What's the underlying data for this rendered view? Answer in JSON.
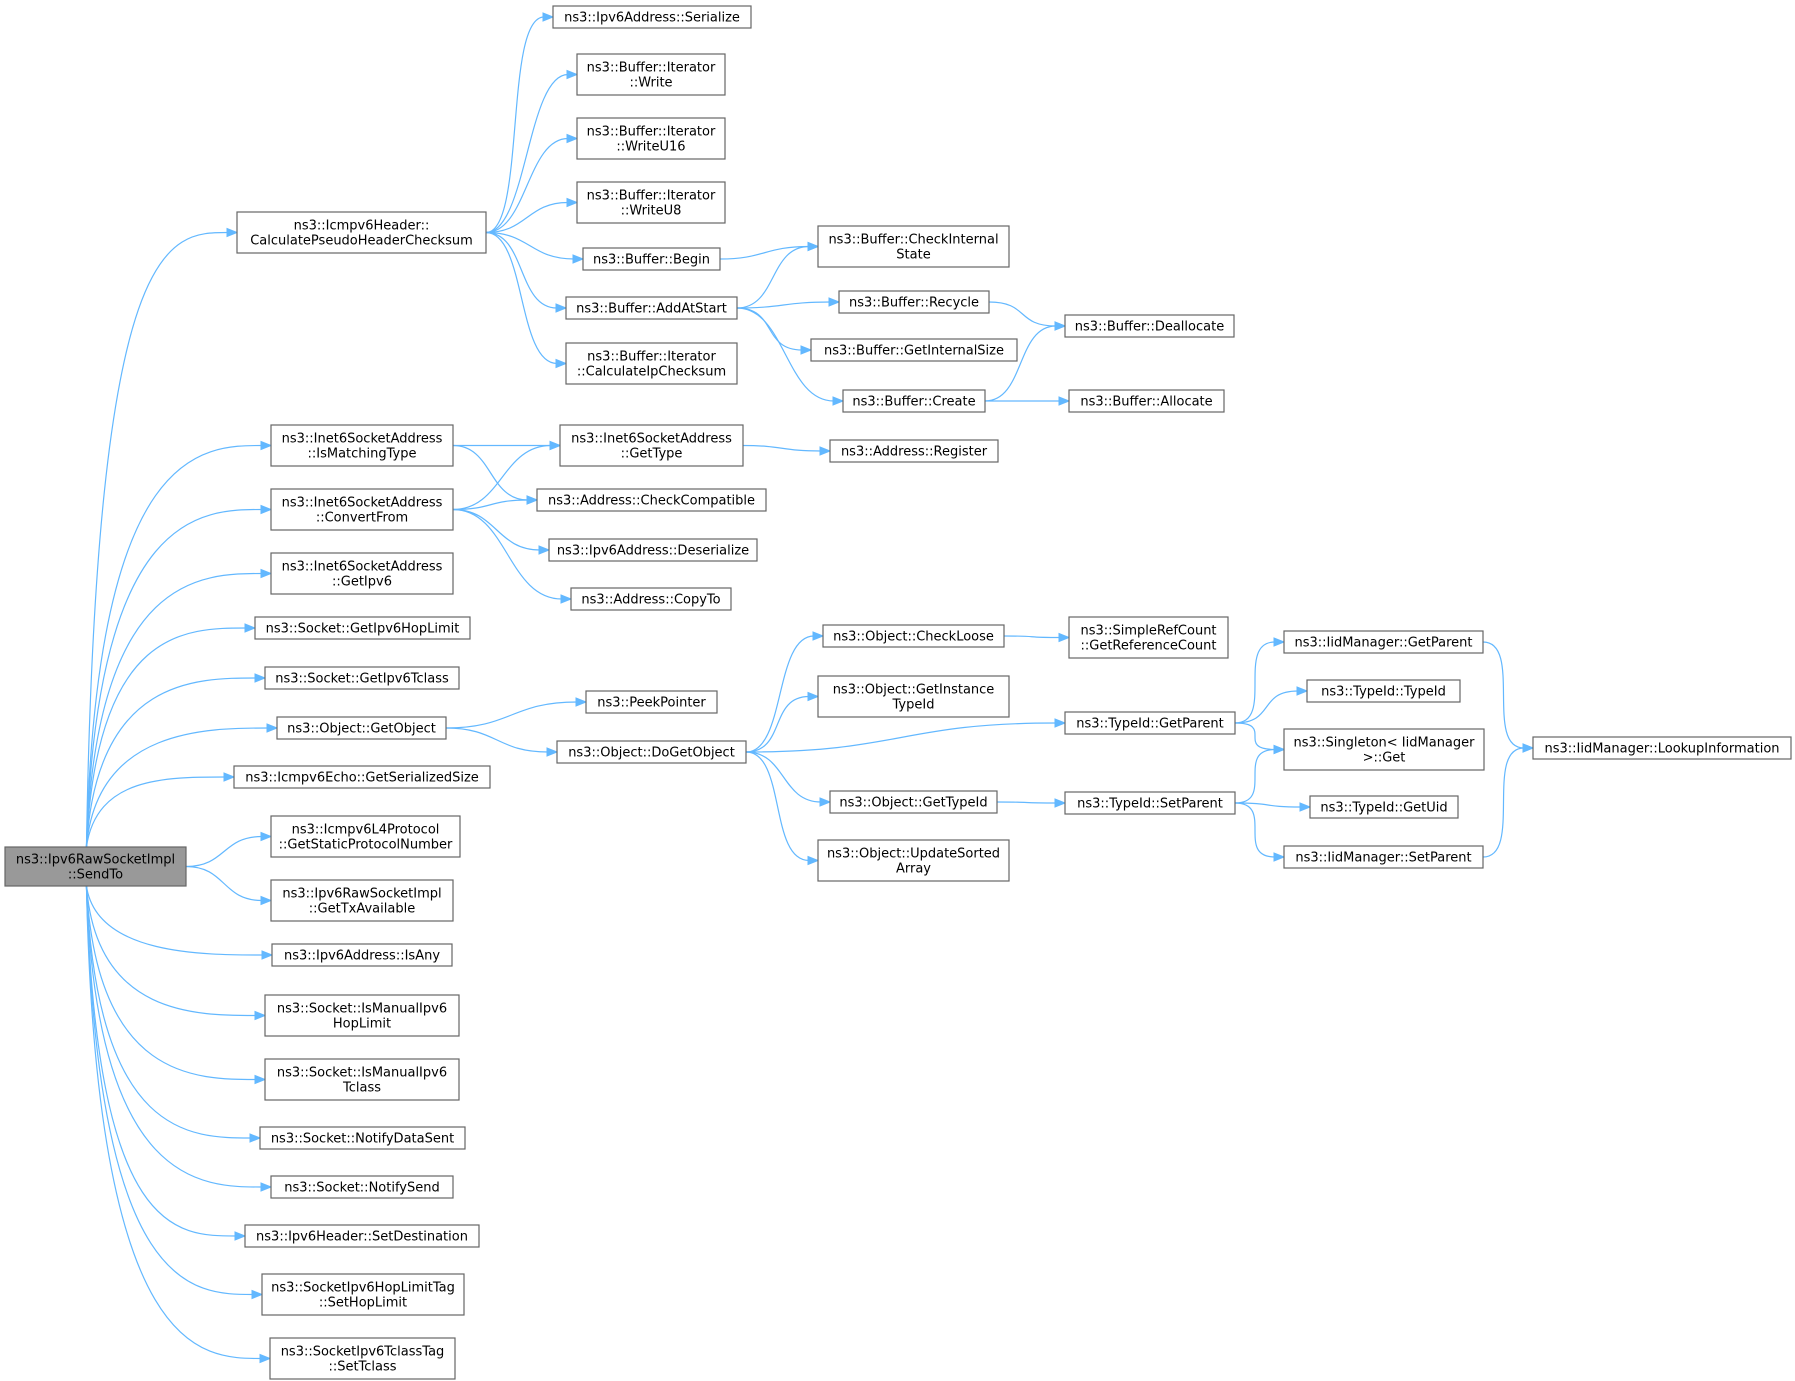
{
  "nodes": [
    {
      "id": "root",
      "lines": [
        "ns3::Ipv6RawSocketImpl",
        "::SendTo"
      ],
      "root": true
    },
    {
      "id": "icmpCalc",
      "lines": [
        "ns3::Icmpv6Header::",
        "CalculatePseudoHeaderChecksum"
      ]
    },
    {
      "id": "ipv6Serialize",
      "lines": [
        "ns3::Ipv6Address::Serialize"
      ]
    },
    {
      "id": "itWrite",
      "lines": [
        "ns3::Buffer::Iterator",
        "::Write"
      ]
    },
    {
      "id": "itWriteU16",
      "lines": [
        "ns3::Buffer::Iterator",
        "::WriteU16"
      ]
    },
    {
      "id": "itWriteU8",
      "lines": [
        "ns3::Buffer::Iterator",
        "::WriteU8"
      ]
    },
    {
      "id": "bufBegin",
      "lines": [
        "ns3::Buffer::Begin"
      ]
    },
    {
      "id": "bufAddAtStart",
      "lines": [
        "ns3::Buffer::AddAtStart"
      ]
    },
    {
      "id": "itCalcIp",
      "lines": [
        "ns3::Buffer::Iterator",
        "::CalculateIpChecksum"
      ]
    },
    {
      "id": "bufCheckInternal",
      "lines": [
        "ns3::Buffer::CheckInternal",
        "State"
      ]
    },
    {
      "id": "bufRecycle",
      "lines": [
        "ns3::Buffer::Recycle"
      ]
    },
    {
      "id": "bufGetInternalSize",
      "lines": [
        "ns3::Buffer::GetInternalSize"
      ]
    },
    {
      "id": "bufCreate",
      "lines": [
        "ns3::Buffer::Create"
      ]
    },
    {
      "id": "bufDeallocate",
      "lines": [
        "ns3::Buffer::Deallocate"
      ]
    },
    {
      "id": "bufAllocate",
      "lines": [
        "ns3::Buffer::Allocate"
      ]
    },
    {
      "id": "inet6IsMatching",
      "lines": [
        "ns3::Inet6SocketAddress",
        "::IsMatchingType"
      ]
    },
    {
      "id": "inet6GetType",
      "lines": [
        "ns3::Inet6SocketAddress",
        "::GetType"
      ]
    },
    {
      "id": "addrRegister",
      "lines": [
        "ns3::Address::Register"
      ]
    },
    {
      "id": "inet6ConvertFrom",
      "lines": [
        "ns3::Inet6SocketAddress",
        "::ConvertFrom"
      ]
    },
    {
      "id": "addrCheckCompat",
      "lines": [
        "ns3::Address::CheckCompatible"
      ]
    },
    {
      "id": "ipv6Deserialize",
      "lines": [
        "ns3::Ipv6Address::Deserialize"
      ]
    },
    {
      "id": "addrCopyTo",
      "lines": [
        "ns3::Address::CopyTo"
      ]
    },
    {
      "id": "inet6GetIpv6",
      "lines": [
        "ns3::Inet6SocketAddress",
        "::GetIpv6"
      ]
    },
    {
      "id": "sockGetHopLimit",
      "lines": [
        "ns3::Socket::GetIpv6HopLimit"
      ]
    },
    {
      "id": "sockGetTclass",
      "lines": [
        "ns3::Socket::GetIpv6Tclass"
      ]
    },
    {
      "id": "objGetObject",
      "lines": [
        "ns3::Object::GetObject"
      ]
    },
    {
      "id": "peekPointer",
      "lines": [
        "ns3::PeekPointer"
      ]
    },
    {
      "id": "objDoGetObject",
      "lines": [
        "ns3::Object::DoGetObject"
      ]
    },
    {
      "id": "objCheckLoose",
      "lines": [
        "ns3::Object::CheckLoose"
      ]
    },
    {
      "id": "simpleRefCount",
      "lines": [
        "ns3::SimpleRefCount",
        "::GetReferenceCount"
      ]
    },
    {
      "id": "objGetInstanceTypeId",
      "lines": [
        "ns3::Object::GetInstance",
        "TypeId"
      ]
    },
    {
      "id": "typeIdGetParent",
      "lines": [
        "ns3::TypeId::GetParent"
      ]
    },
    {
      "id": "iidGetParent",
      "lines": [
        "ns3::IidManager::GetParent"
      ]
    },
    {
      "id": "typeIdTypeId",
      "lines": [
        "ns3::TypeId::TypeId"
      ]
    },
    {
      "id": "singletonGet",
      "lines": [
        "ns3::Singleton< IidManager",
        " >::Get"
      ]
    },
    {
      "id": "iidLookup",
      "lines": [
        "ns3::IidManager::LookupInformation"
      ]
    },
    {
      "id": "objGetTypeId",
      "lines": [
        "ns3::Object::GetTypeId"
      ]
    },
    {
      "id": "typeIdSetParent",
      "lines": [
        "ns3::TypeId::SetParent"
      ]
    },
    {
      "id": "typeIdGetUid",
      "lines": [
        "ns3::TypeId::GetUid"
      ]
    },
    {
      "id": "iidSetParent",
      "lines": [
        "ns3::IidManager::SetParent"
      ]
    },
    {
      "id": "objUpdateSorted",
      "lines": [
        "ns3::Object::UpdateSorted",
        "Array"
      ]
    },
    {
      "id": "icmpEchoSize",
      "lines": [
        "ns3::Icmpv6Echo::GetSerializedSize"
      ]
    },
    {
      "id": "icmpL4Proto",
      "lines": [
        "ns3::Icmpv6L4Protocol",
        "::GetStaticProtocolNumber"
      ]
    },
    {
      "id": "rawGetTxAvail",
      "lines": [
        "ns3::Ipv6RawSocketImpl",
        "::GetTxAvailable"
      ]
    },
    {
      "id": "ipv6IsAny",
      "lines": [
        "ns3::Ipv6Address::IsAny"
      ]
    },
    {
      "id": "sockIsManualHop",
      "lines": [
        "ns3::Socket::IsManualIpv6",
        "HopLimit"
      ]
    },
    {
      "id": "sockIsManualTclass",
      "lines": [
        "ns3::Socket::IsManualIpv6",
        "Tclass"
      ]
    },
    {
      "id": "sockNotifyDataSent",
      "lines": [
        "ns3::Socket::NotifyDataSent"
      ]
    },
    {
      "id": "sockNotifySend",
      "lines": [
        "ns3::Socket::NotifySend"
      ]
    },
    {
      "id": "ipv6HdrSetDest",
      "lines": [
        "ns3::Ipv6Header::SetDestination"
      ]
    },
    {
      "id": "hopTagSet",
      "lines": [
        "ns3::SocketIpv6HopLimitTag",
        "::SetHopLimit"
      ]
    },
    {
      "id": "tclassTagSet",
      "lines": [
        "ns3::SocketIpv6TclassTag",
        "::SetTclass"
      ]
    }
  ],
  "edges": [
    [
      "root",
      "icmpCalc"
    ],
    [
      "root",
      "inet6IsMatching"
    ],
    [
      "root",
      "inet6ConvertFrom"
    ],
    [
      "root",
      "inet6GetIpv6"
    ],
    [
      "root",
      "sockGetHopLimit"
    ],
    [
      "root",
      "sockGetTclass"
    ],
    [
      "root",
      "objGetObject"
    ],
    [
      "root",
      "icmpEchoSize"
    ],
    [
      "root",
      "icmpL4Proto"
    ],
    [
      "root",
      "rawGetTxAvail"
    ],
    [
      "root",
      "ipv6IsAny"
    ],
    [
      "root",
      "sockIsManualHop"
    ],
    [
      "root",
      "sockIsManualTclass"
    ],
    [
      "root",
      "sockNotifyDataSent"
    ],
    [
      "root",
      "sockNotifySend"
    ],
    [
      "root",
      "ipv6HdrSetDest"
    ],
    [
      "root",
      "hopTagSet"
    ],
    [
      "root",
      "tclassTagSet"
    ],
    [
      "icmpCalc",
      "ipv6Serialize"
    ],
    [
      "icmpCalc",
      "itWrite"
    ],
    [
      "icmpCalc",
      "itWriteU16"
    ],
    [
      "icmpCalc",
      "itWriteU8"
    ],
    [
      "icmpCalc",
      "bufBegin"
    ],
    [
      "icmpCalc",
      "bufAddAtStart"
    ],
    [
      "icmpCalc",
      "itCalcIp"
    ],
    [
      "bufBegin",
      "bufCheckInternal"
    ],
    [
      "bufAddAtStart",
      "bufCheckInternal"
    ],
    [
      "bufAddAtStart",
      "bufRecycle"
    ],
    [
      "bufAddAtStart",
      "bufGetInternalSize"
    ],
    [
      "bufAddAtStart",
      "bufCreate"
    ],
    [
      "bufRecycle",
      "bufDeallocate"
    ],
    [
      "bufCreate",
      "bufDeallocate"
    ],
    [
      "bufCreate",
      "bufAllocate"
    ],
    [
      "inet6IsMatching",
      "inet6GetType"
    ],
    [
      "inet6IsMatching",
      "addrCheckCompat"
    ],
    [
      "inet6GetType",
      "addrRegister"
    ],
    [
      "inet6ConvertFrom",
      "inet6GetType"
    ],
    [
      "inet6ConvertFrom",
      "addrCheckCompat"
    ],
    [
      "inet6ConvertFrom",
      "ipv6Deserialize"
    ],
    [
      "inet6ConvertFrom",
      "addrCopyTo"
    ],
    [
      "objGetObject",
      "peekPointer"
    ],
    [
      "objGetObject",
      "objDoGetObject"
    ],
    [
      "objDoGetObject",
      "objCheckLoose"
    ],
    [
      "objDoGetObject",
      "objGetInstanceTypeId"
    ],
    [
      "objDoGetObject",
      "typeIdGetParent"
    ],
    [
      "objDoGetObject",
      "objGetTypeId"
    ],
    [
      "objDoGetObject",
      "objUpdateSorted"
    ],
    [
      "objCheckLoose",
      "simpleRefCount"
    ],
    [
      "typeIdGetParent",
      "iidGetParent"
    ],
    [
      "typeIdGetParent",
      "typeIdTypeId"
    ],
    [
      "typeIdGetParent",
      "singletonGet"
    ],
    [
      "iidGetParent",
      "iidLookup"
    ],
    [
      "objGetTypeId",
      "typeIdSetParent"
    ],
    [
      "typeIdSetParent",
      "singletonGet"
    ],
    [
      "typeIdSetParent",
      "typeIdGetUid"
    ],
    [
      "typeIdSetParent",
      "iidSetParent"
    ],
    [
      "iidSetParent",
      "iidLookup"
    ]
  ],
  "colors": {
    "edge": "#63b8ff",
    "node_border": "#666666",
    "node_fill": "#ffffff",
    "root_fill": "#999999"
  }
}
